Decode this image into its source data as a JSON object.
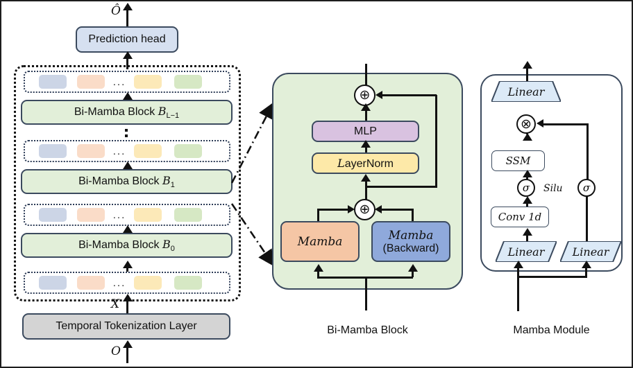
{
  "figure": {
    "left_panel": {
      "output_label": "Ô",
      "prediction_head": "Prediction head",
      "blocks": [
        {
          "label": "Bi-Mamba Block",
          "subscript": "B",
          "index": "L−1"
        },
        {
          "label": "Bi-Mamba Block",
          "subscript": "B",
          "index": "1"
        },
        {
          "label": "Bi-Mamba Block",
          "subscript": "B",
          "index": "0"
        }
      ],
      "token_strip": {
        "chips": [
          "#ccd5e6",
          "#fadcc8",
          "#fce9b8",
          "#d6e8c4"
        ],
        "ellipsis": "..."
      },
      "vertical_ellipsis": "⋮",
      "feature_label": "X",
      "tokenization_layer": "Temporal Tokenization Layer",
      "input_label": "O"
    },
    "middle_panel": {
      "caption": "Bi-Mamba Block",
      "add_op": "⊕",
      "mlp": "MLP",
      "layernorm": "LayerNorm",
      "mamba_forward": "Mamba",
      "mamba_backward_line1": "Mamba",
      "mamba_backward_line2": "(Backward)"
    },
    "right_panel": {
      "caption": "Mamba Module",
      "linear_top": "Linear",
      "mul_op": "⊗",
      "ssm": "SSM",
      "sigma": "σ",
      "silu": "Silu",
      "conv1d": "Conv 1d",
      "linear_left": "Linear",
      "linear_right": "Linear"
    },
    "colors": {
      "prediction_head": "#d6e0f0",
      "bi_mamba_block": "#e2efd9",
      "tokenization_layer": "#d4d4d4",
      "mlp": "#d9c2e0",
      "layernorm": "#fde9a8",
      "mamba_forward": "#f5c6a5",
      "mamba_backward": "#8fa9db",
      "middle_panel_bg": "#e2efd9",
      "linear": "#dceaf7",
      "stroke": "#3b4a5e"
    }
  }
}
